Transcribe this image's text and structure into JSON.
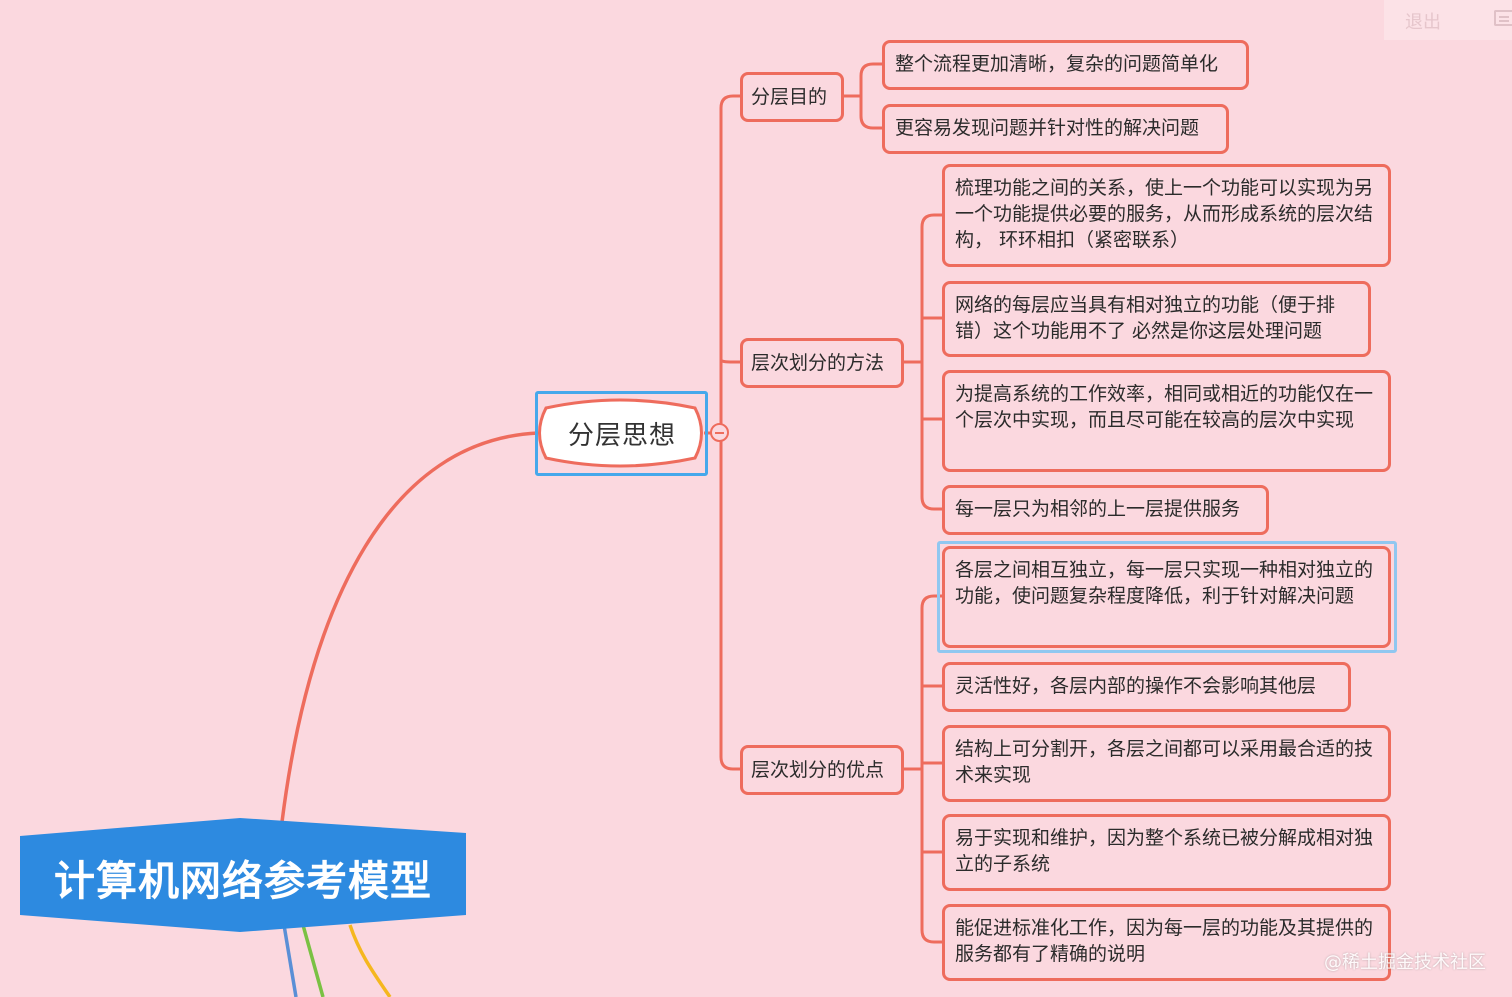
{
  "colors": {
    "background": "#fbd8df",
    "branch": "#ee6c5d",
    "root_fill": "#2d8ae0",
    "selection": "#46a8eb",
    "branch_blue": "#5a8fd6",
    "branch_green": "#7ac143",
    "branch_orange": "#f5b71f"
  },
  "toolbar": {
    "exit_label": "退出",
    "keyboard_icon": "keyboard-icon"
  },
  "root": {
    "label": "计算机网络参考模型"
  },
  "central": {
    "label": "分层思想",
    "collapse_icon": "minus-circle-icon"
  },
  "branches": [
    {
      "label": "分层目的",
      "items": [
        "整个流程更加清晰，复杂的问题简单化",
        "更容易发现问题并针对性的解决问题"
      ]
    },
    {
      "label": "层次划分的方法",
      "items": [
        "梳理功能之间的关系，使上一个功能可以实现为另一个功能提供必要的服务，从而形成系统的层次结构，     环环相扣（紧密联系）",
        "网络的每层应当具有相对独立的功能（便于排错）这个功能用不了 必然是你这层处理问题",
        "为提高系统的工作效率，相同或相近的功能仅在一个层次中实现，而且尽可能在较高的层次中实现",
        "每一层只为相邻的上一层提供服务"
      ]
    },
    {
      "label": "层次划分的优点",
      "items": [
        "各层之间相互独立，每一层只实现一种相对独立的功能，使问题复杂程度降低，利于针对解决问题",
        "灵活性好，各层内部的操作不会影响其他层",
        "结构上可分割开，各层之间都可以采用最合适的技术来实现",
        "易于实现和维护，因为整个系统已被分解成相对独立的子系统",
        "能促进标准化工作，因为每一层的功能及其提供的服务都有了精确的说明"
      ]
    }
  ],
  "watermark": "@稀土掘金技术社区"
}
